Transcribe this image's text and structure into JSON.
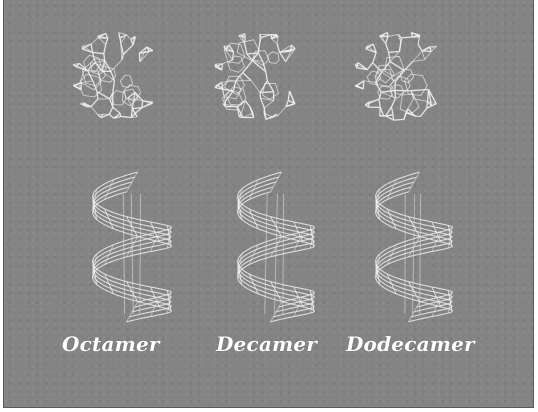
{
  "figure": {
    "background_color": "#848484",
    "line_color": "#ececec",
    "labels": [
      "Octamer",
      "Decamer",
      "Dodecamer"
    ]
  }
}
